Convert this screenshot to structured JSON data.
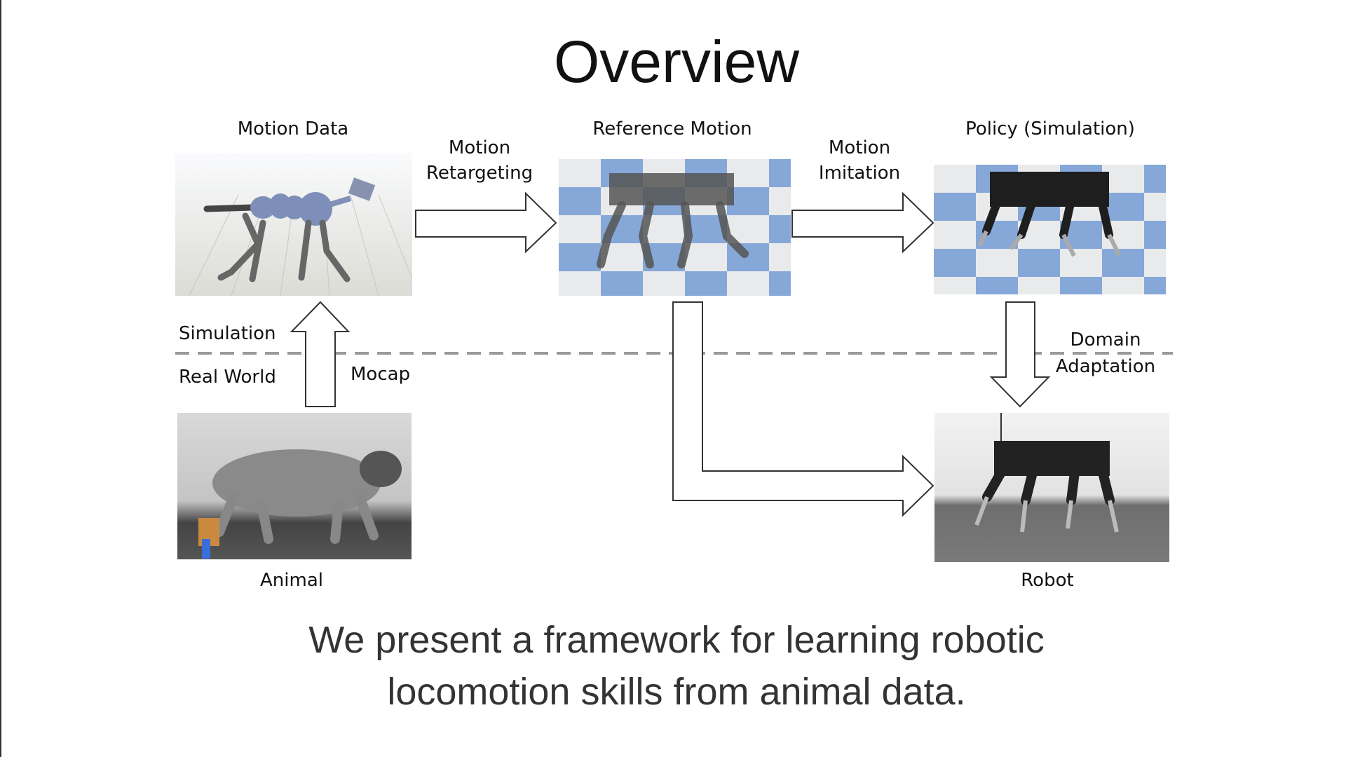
{
  "slide": {
    "title": "Overview",
    "stages": {
      "motion_data": "Motion Data",
      "reference_motion": "Reference Motion",
      "policy_simulation": "Policy (Simulation)",
      "animal": "Animal",
      "robot": "Robot"
    },
    "arrows": {
      "retargeting": [
        "Motion",
        "Retargeting"
      ],
      "imitation": [
        "Motion",
        "Imitation"
      ],
      "mocap": "Mocap",
      "domain_adaptation": [
        "Domain",
        "Adaptation"
      ]
    },
    "divider": {
      "above": "Simulation",
      "below": "Real World"
    },
    "caption": [
      "We present a framework for learning robotic",
      "locomotion skills from animal data."
    ]
  }
}
